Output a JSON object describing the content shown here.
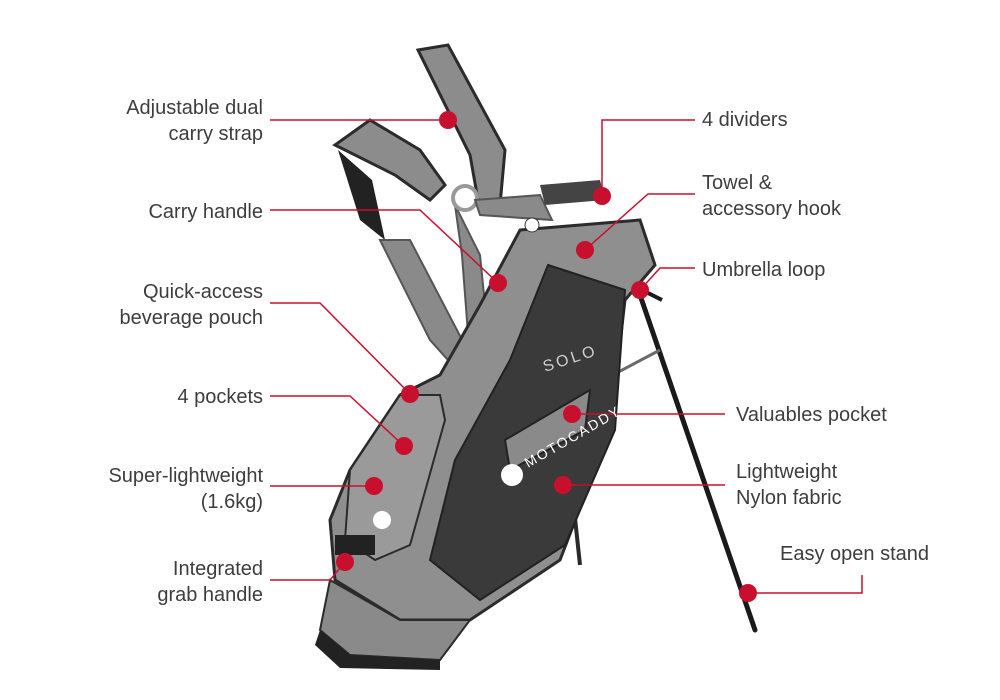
{
  "colors": {
    "accent": "#c8102e",
    "text": "#3d3d3d",
    "bag_light": "#8a8a8a",
    "bag_dark": "#3a3a3a"
  },
  "product": {
    "brand_text": "MOTOCADDY",
    "model_text": "SOLO"
  },
  "callouts": {
    "strap": {
      "line1": "Adjustable dual",
      "line2": "carry strap"
    },
    "handle": {
      "line1": "Carry handle"
    },
    "beverage": {
      "line1": "Quick-access",
      "line2": "beverage pouch"
    },
    "pockets": {
      "line1": "4 pockets"
    },
    "weight": {
      "line1": "Super-lightweight",
      "line2": "(1.6kg)"
    },
    "grab": {
      "line1": "Integrated",
      "line2": "grab handle"
    },
    "dividers": {
      "line1": "4 dividers"
    },
    "towel": {
      "line1": "Towel &",
      "line2": "accessory hook"
    },
    "umbrella": {
      "line1": "Umbrella loop"
    },
    "valuables": {
      "line1": "Valuables pocket"
    },
    "fabric": {
      "line1": "Lightweight",
      "line2": "Nylon fabric"
    },
    "stand": {
      "line1": "Easy open stand"
    }
  }
}
